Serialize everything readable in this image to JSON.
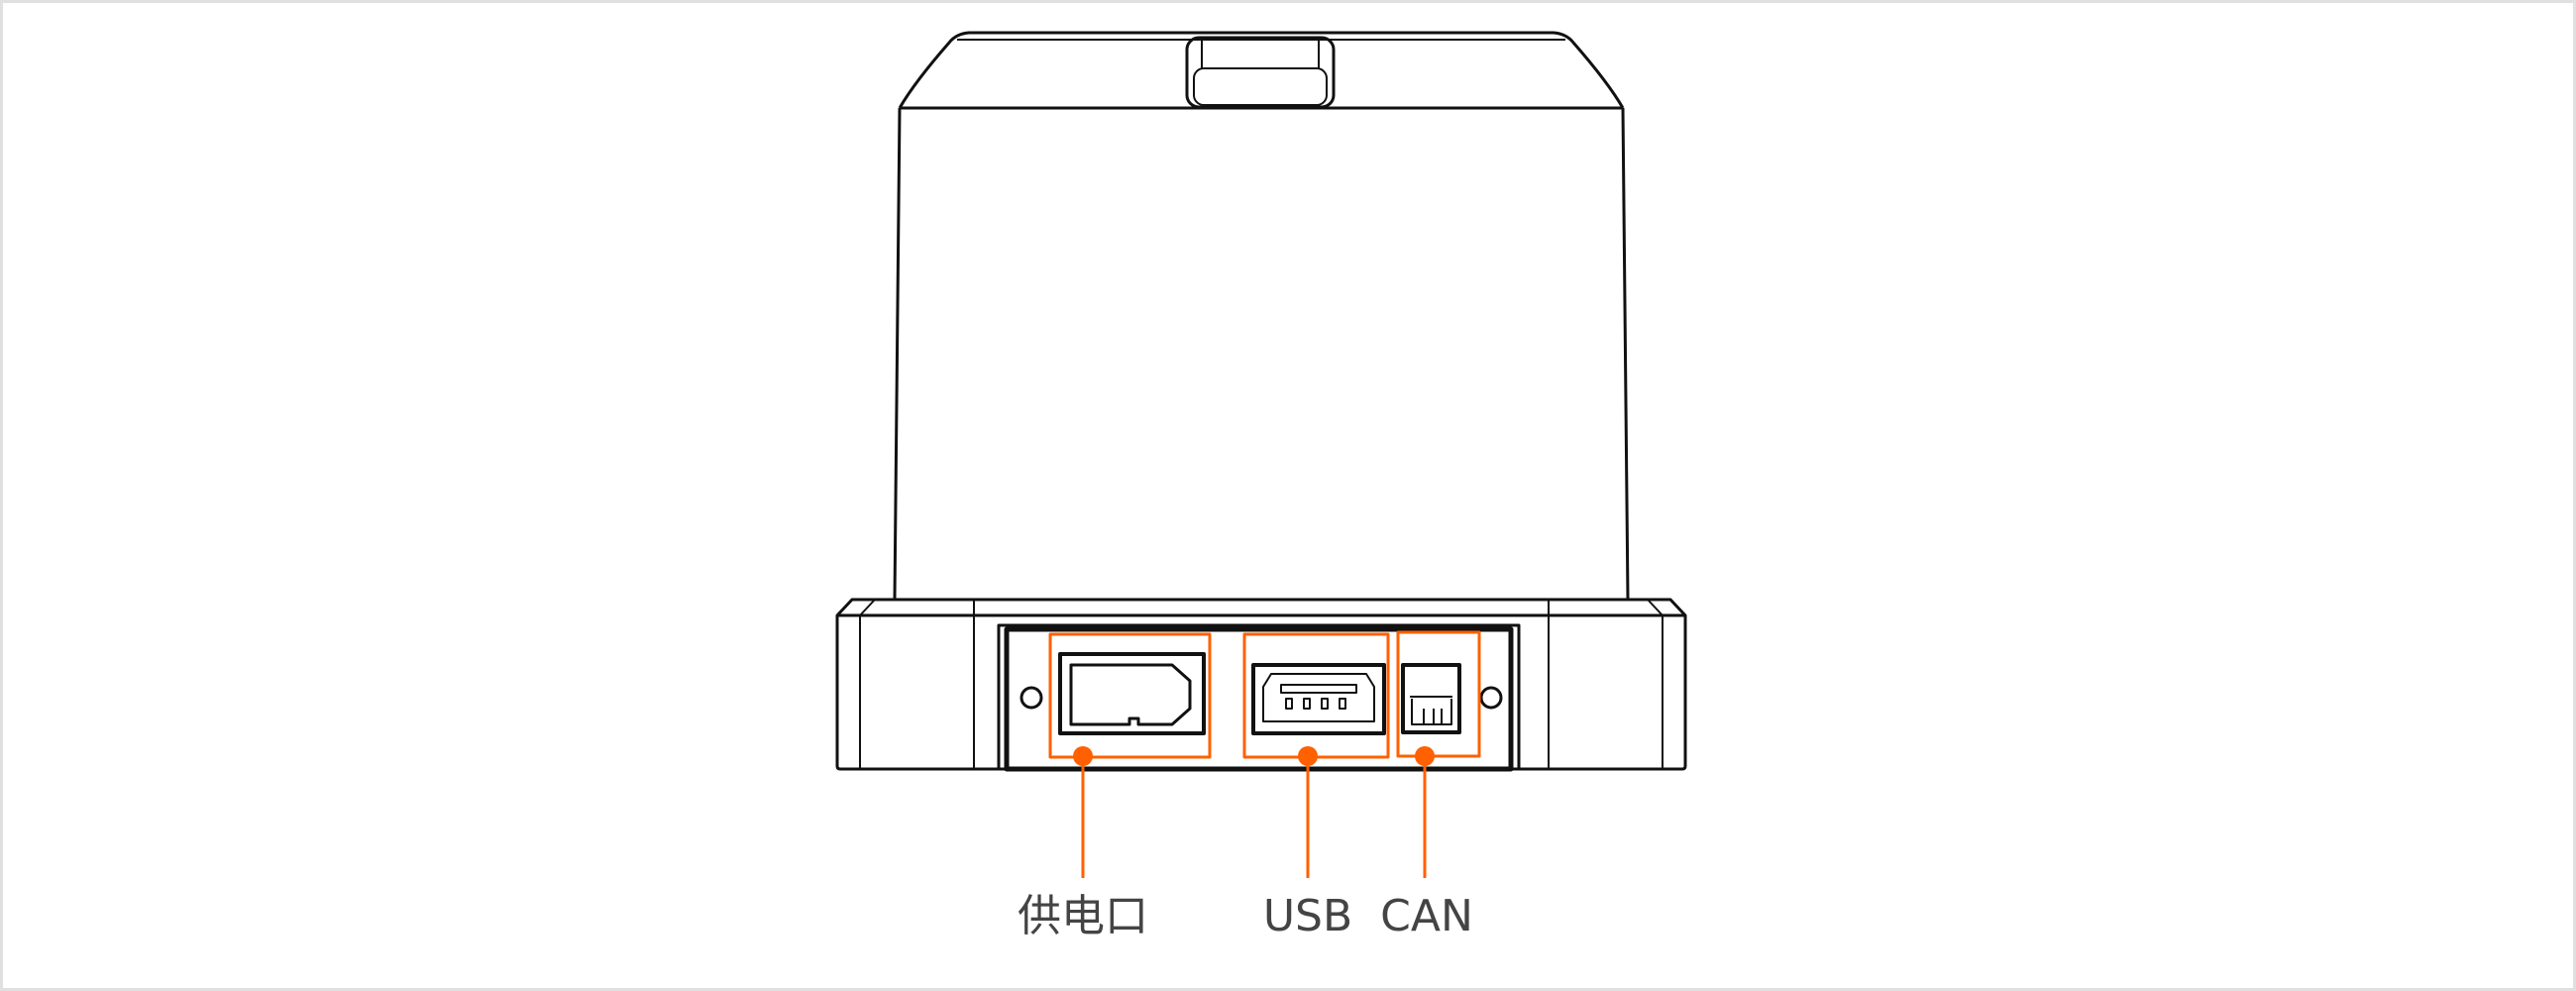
{
  "colors": {
    "accent": "#ff6000",
    "line": "#111111",
    "label": "#444444"
  },
  "callouts": [
    {
      "id": "power",
      "label": "供电口"
    },
    {
      "id": "usb",
      "label": "USB"
    },
    {
      "id": "can",
      "label": "CAN"
    }
  ]
}
